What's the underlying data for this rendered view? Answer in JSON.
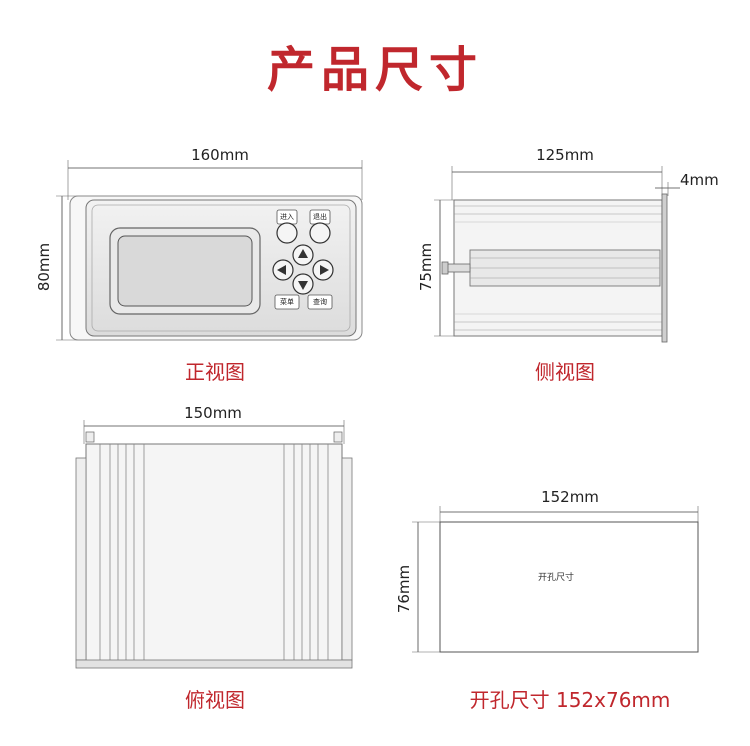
{
  "title": "产品尺寸",
  "front": {
    "caption": "正视图",
    "width_label": "160mm",
    "height_label": "80mm",
    "buttons": {
      "enter": "进入",
      "exit": "退出",
      "menu": "菜单",
      "query": "查询"
    }
  },
  "side": {
    "caption": "侧视图",
    "depth_label": "125mm",
    "panel_label": "4mm",
    "height_label": "75mm"
  },
  "top": {
    "caption": "俯视图",
    "width_label": "150mm"
  },
  "cutout": {
    "caption": "开孔尺寸 152x76mm",
    "width_label": "152mm",
    "height_label": "76mm",
    "inner_label": "开孔尺寸"
  }
}
